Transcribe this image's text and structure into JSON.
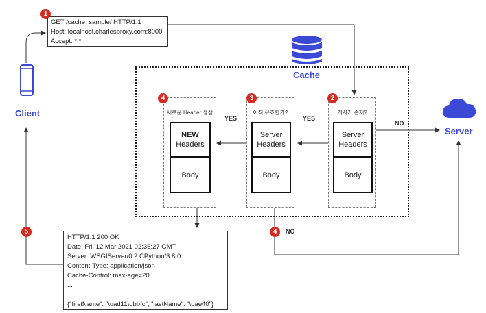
{
  "request": {
    "lines": [
      "GET /cache_sample/ HTTP/1.1",
      "Host: localhost.charlesproxy.com:8000",
      "Accept: *.*"
    ]
  },
  "response": {
    "lines": [
      "HTTP/1.1 200 OK",
      "Date: Fri, 12 Mar 2021 02:35:27 GMT",
      "Server: WSGIServer/0.2 CPython/3.8.0",
      "Content-Type: application/json",
      "Cache-Control: max-age=20",
      "...",
      "",
      "{\"firstName\": \"\\uad11\\ubbfc\", \"lastName\": \"\\uae40\"}"
    ]
  },
  "client": {
    "label": "Client"
  },
  "server": {
    "label": "Server"
  },
  "cache": {
    "label": "Cache"
  },
  "steps": {
    "s1": "1",
    "s2": "2",
    "s3": "3",
    "s4a": "4",
    "s4b": "4",
    "s5": "5"
  },
  "stages": {
    "exists": {
      "caption": "캐시가 존재?",
      "header_line1": "Server",
      "header_line2": "Headers",
      "body": "Body"
    },
    "valid": {
      "caption": "아직 유효한가?",
      "header_line1": "Server",
      "header_line2": "Headers",
      "body": "Body"
    },
    "newhdr": {
      "caption": "새로운 Header 생성",
      "header_line1": "NEW",
      "header_line2": "Headers",
      "body": "Body"
    }
  },
  "arrow_labels": {
    "yes1": "YES",
    "yes2": "YES",
    "no1": "NO",
    "no2": "NO"
  },
  "colors": {
    "accent_blue": "#3a49d6",
    "badge_red": "#d42a1f"
  }
}
